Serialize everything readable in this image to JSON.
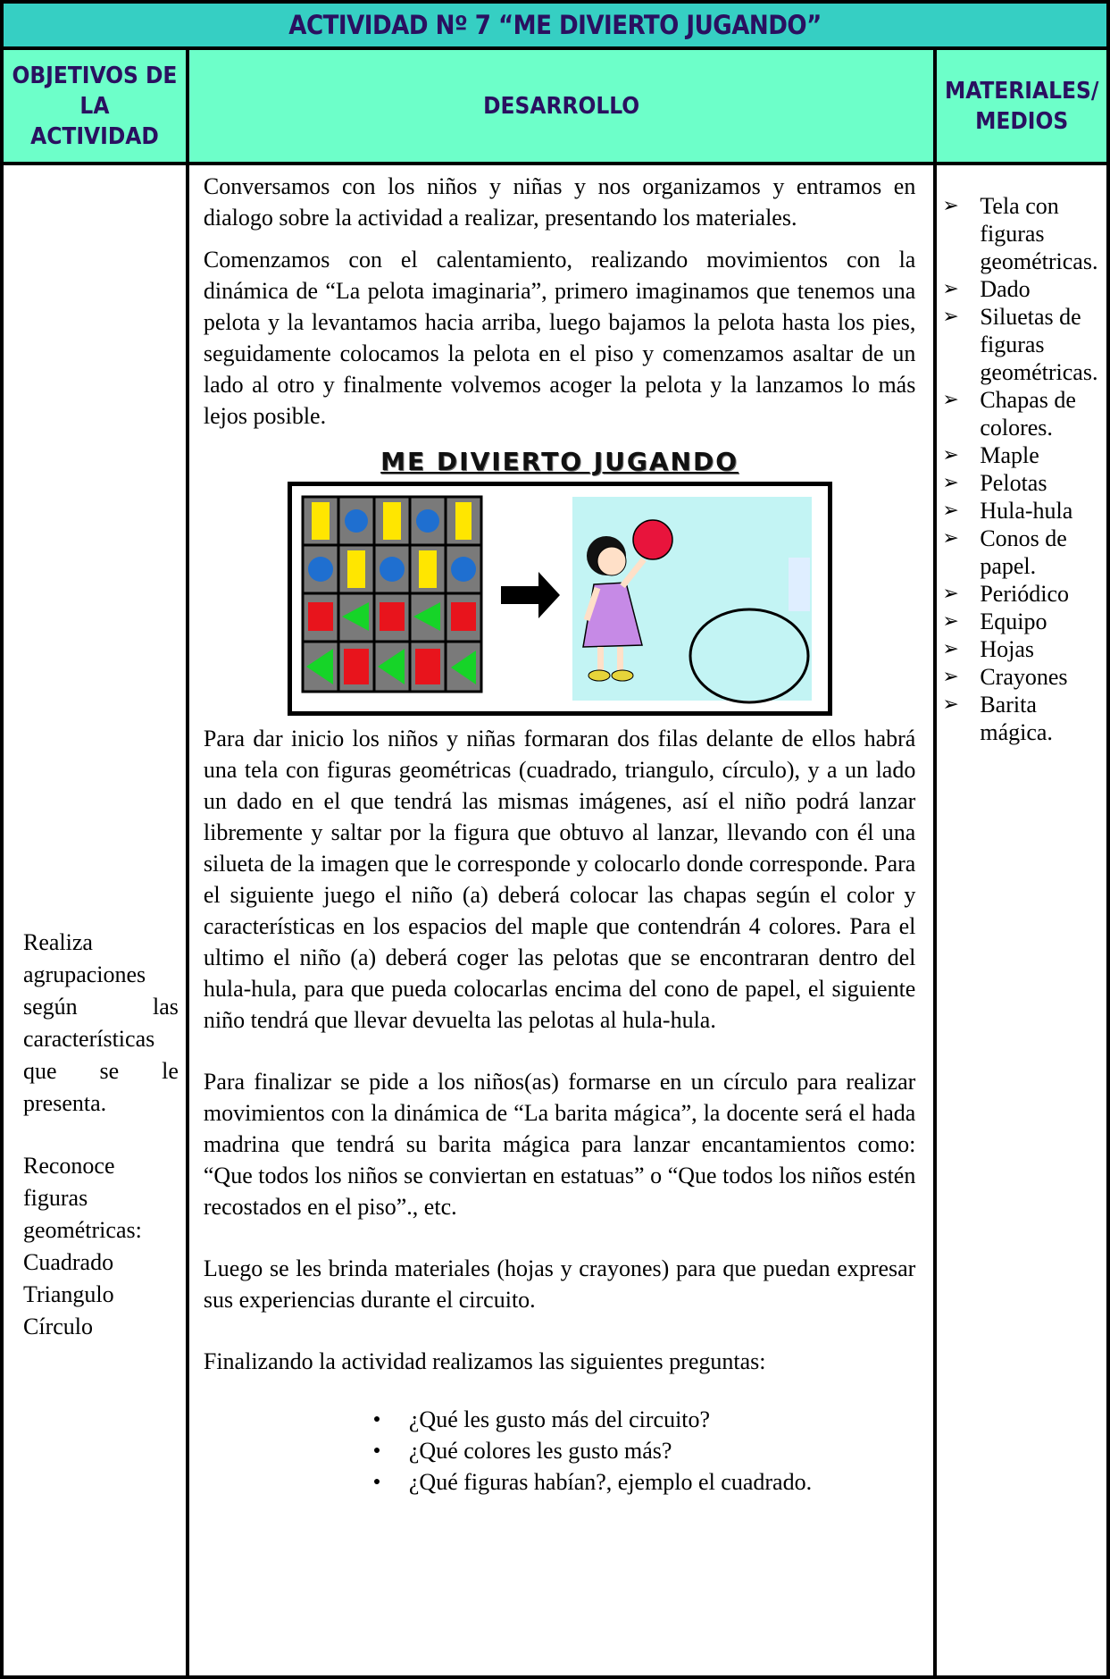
{
  "header": {
    "title": "ACTIVIDAD Nº 7 “ME DIVIERTO JUGANDO”",
    "col_objetivos": [
      "OBJETIVOS DE",
      "LA",
      "ACTIVIDAD"
    ],
    "col_desarrollo": "DESARROLLO",
    "col_materiales": [
      "MATERIALES/",
      "MEDIOS"
    ]
  },
  "objetivos": {
    "first": [
      "Realiza",
      "agrupaciones"
    ],
    "first_just": [
      "según las",
      "que se le"
    ],
    "first_word": "características",
    "first_end": "presenta.",
    "second": [
      "Reconoce",
      "figuras",
      "geométricas:",
      "Cuadrado",
      "Triangulo",
      "Círculo"
    ]
  },
  "desarrollo": {
    "p1": "Conversamos con los niños y niñas y nos organizamos y entramos en dialogo sobre la actividad a realizar, presentando los materiales.",
    "p2": "Comenzamos con el calentamiento, realizando movimientos con la dinámica de “La pelota imaginaria”, primero imaginamos que tenemos una pelota y la levantamos hacia arriba, luego bajamos la pelota hasta los pies, seguidamente colocamos la pelota en el piso y comenzamos asaltar de un lado al otro y finalmente volvemos acoger la pelota y la lanzamos lo más lejos posible.",
    "image_title": "ME DIVIERTO JUGANDO",
    "p3": "Para dar inicio los niños y niñas formaran dos filas delante de ellos habrá una tela con figuras geométricas (cuadrado, triangulo, círculo), y a un lado un dado en el que tendrá las mismas imágenes, así el niño podrá lanzar libremente y saltar por la figura que obtuvo al lanzar, llevando con él una silueta de la imagen que le corresponde y colocarlo donde corresponde. Para el siguiente juego el niño (a) deberá colocar las chapas según el color y características en los espacios del maple que contendrán 4 colores. Para el ultimo el niño (a) deberá coger las pelotas que se encontraran dentro del hula-hula, para que pueda colocarlas encima del cono de papel, el siguiente niño tendrá que llevar devuelta las pelotas al hula-hula.",
    "p4": "Para finalizar se pide a los niños(as) formarse en un círculo para realizar movimientos con la dinámica de “La barita mágica”, la docente será el hada madrina que tendrá su barita mágica para lanzar encantamientos como: “Que todos los niños se conviertan en estatuas” o “Que todos los niños estén recostados en el piso”., etc.",
    "p5": "Luego se les brinda materiales (hojas y crayones) para que puedan expresar sus experiencias durante el circuito.",
    "p6": "Finalizando la actividad realizamos las siguientes preguntas:",
    "questions": [
      "¿Qué les gusto más del circuito?",
      "¿Qué colores les gusto más?",
      "¿Qué figuras habían?, ejemplo el cuadrado."
    ]
  },
  "materiales": [
    [
      "Tela con",
      "figuras",
      "geométricas."
    ],
    [
      "Dado"
    ],
    [
      "Siluetas de",
      "figuras",
      "geométricas."
    ],
    [
      "Chapas de",
      "colores."
    ],
    [
      "Maple"
    ],
    [
      "Pelotas"
    ],
    [
      "Hula-hula"
    ],
    [
      "Conos de",
      "papel."
    ],
    [
      "Periódico"
    ],
    [
      "Equipo"
    ],
    [
      "Hojas"
    ],
    [
      "Crayones"
    ],
    [
      "Barita",
      "mágica."
    ]
  ],
  "colors": {
    "title_bg": "#36cfc3",
    "header_bg": "#6dffc9",
    "header_text": "#2a1060"
  },
  "icons": {
    "bullet_materiales": "arrowhead-bullet",
    "bullet_questions": "round-bullet"
  }
}
